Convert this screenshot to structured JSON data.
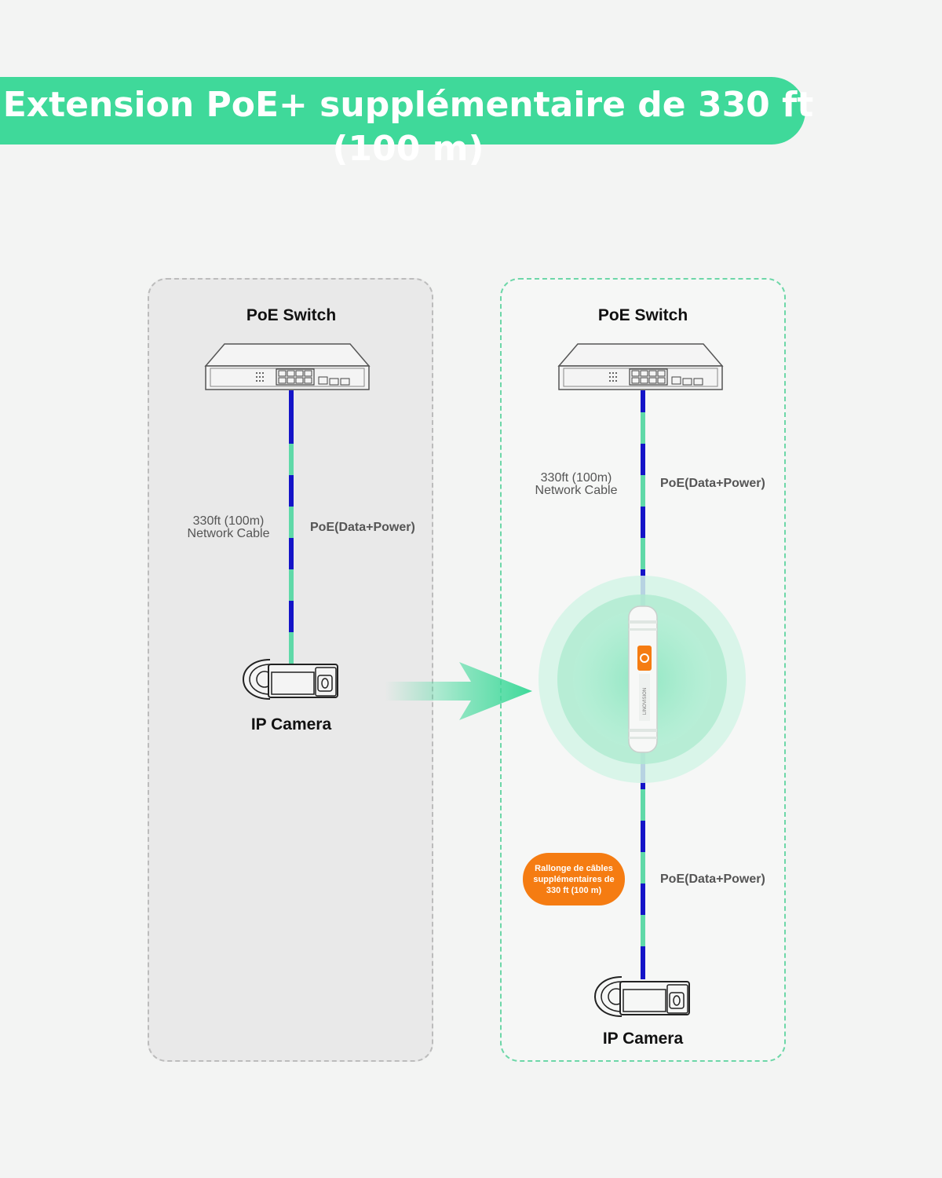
{
  "banner": {
    "title": "Extension PoE+ supplémentaire de 330 ft (100 m)",
    "color": "#3fd99a"
  },
  "left_panel": {
    "switch_label": "PoE Switch",
    "cable_label_line1": "330ft (100m)",
    "cable_label_line2": "Network Cable",
    "poe_label": "PoE(Data+Power)",
    "camera_label": "IP Camera"
  },
  "right_panel": {
    "switch_label": "PoE Switch",
    "cable_label_line1": "330ft (100m)",
    "cable_label_line2": "Network Cable",
    "poe_label_top": "PoE(Data+Power)",
    "poe_label_bottom": "PoE(Data+Power)",
    "extender_brand": "LINOVISION",
    "badge_text": "Rallonge de câbles supplémentaires de 330 ft (100 m)",
    "camera_label": "IP Camera"
  },
  "colors": {
    "cable_blue": "#1414c8",
    "cable_green": "#5fd9a8",
    "badge_orange": "#f57c12",
    "arrow_green": "#3fd99a"
  },
  "icons": [
    "poe-switch-icon",
    "ip-camera-icon",
    "poe-extender-icon",
    "arrow-right-icon"
  ]
}
